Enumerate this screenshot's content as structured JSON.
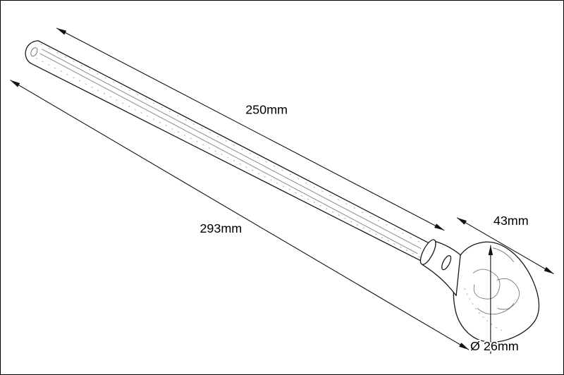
{
  "drawing": {
    "background": "#ffffff",
    "line_color": "#161616",
    "dimensions": {
      "shaft_length": "250mm",
      "overall_length": "293mm",
      "knob_length": "43mm",
      "knob_diameter": "Ø 26mm"
    }
  }
}
